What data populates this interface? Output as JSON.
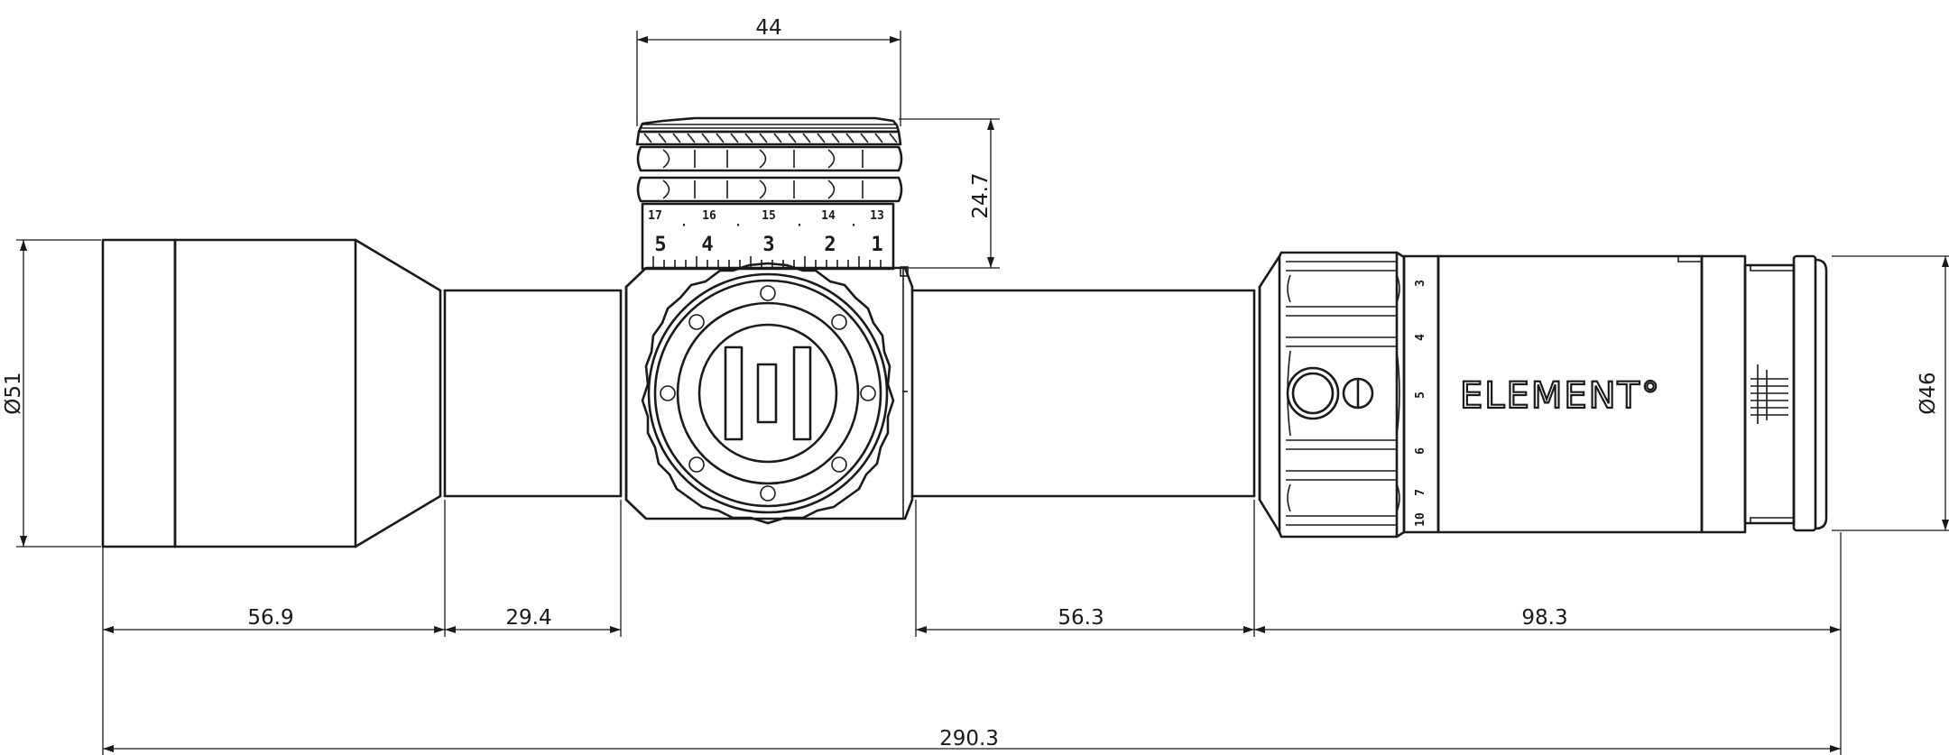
{
  "dimensions": {
    "turret_width": "44",
    "turret_height": "24.7",
    "objective_diameter": "Ø51",
    "eyepiece_diameter": "Ø46",
    "objective_length": "56.9",
    "front_tube_length": "29.4",
    "rear_tube_length": "56.3",
    "eyepiece_length": "98.3",
    "overall_length": "290.3"
  },
  "turret_scale": {
    "upper": [
      "17",
      "16",
      "15",
      "14",
      "13"
    ],
    "lower": [
      "5",
      "4",
      "3",
      "2",
      "1"
    ]
  },
  "magnification_ring": [
    "3",
    "4",
    "5",
    "6",
    "7",
    "10"
  ],
  "brand": "ELEMENT°"
}
